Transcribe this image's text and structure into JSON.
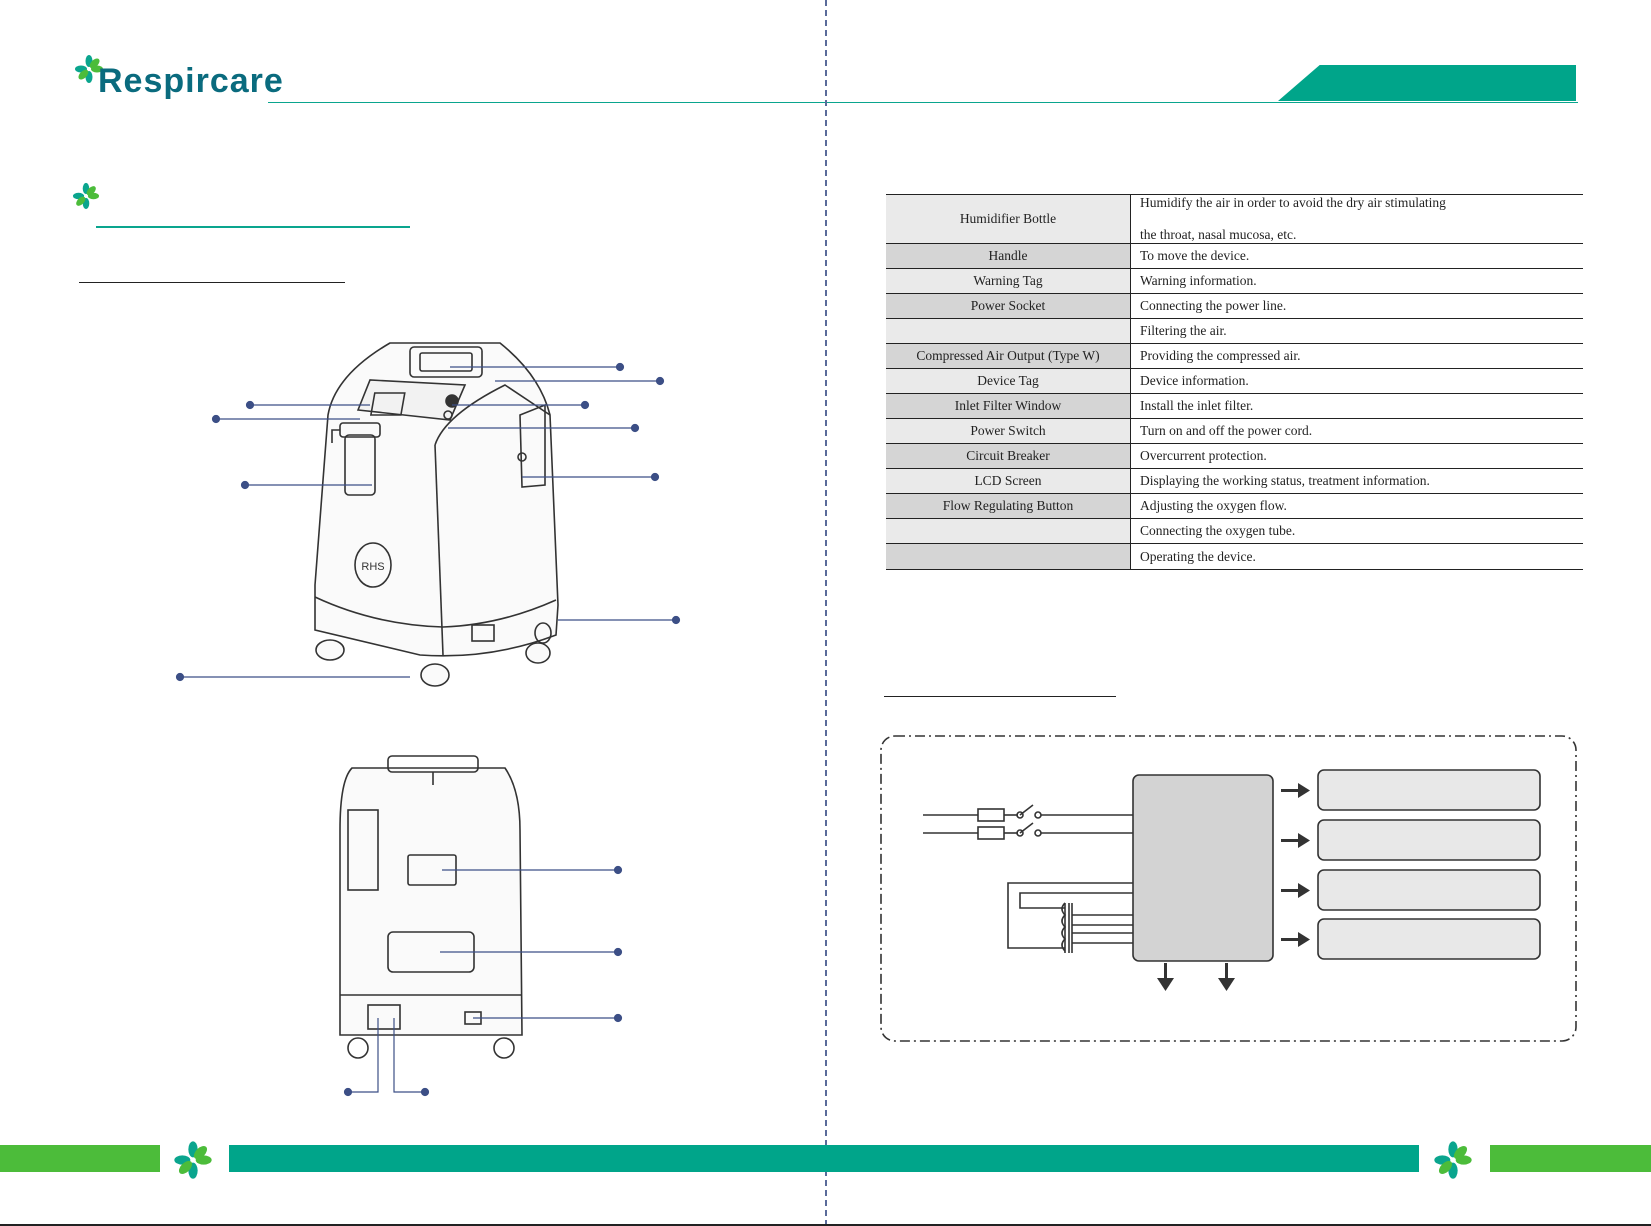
{
  "header": {
    "brand": "Respircare",
    "logo_icon": "flower-icon"
  },
  "parts_table": {
    "rows": [
      {
        "name": "Humidifier Bottle",
        "description_lines": [
          "Humidify the air in order to avoid the dry air stimulating",
          "the throat, nasal mucosa, etc."
        ]
      },
      {
        "name": "Handle",
        "description": "To move the device."
      },
      {
        "name": "Warning Tag",
        "description": "Warning information."
      },
      {
        "name": "Power Socket",
        "description": "Connecting the power line."
      },
      {
        "name": "",
        "description": "Filtering the air."
      },
      {
        "name": "Compressed Air Output (Type W)",
        "description": "Providing the compressed air."
      },
      {
        "name": "Device Tag",
        "description": "Device information."
      },
      {
        "name": "Inlet Filter Window",
        "description": "Install the inlet filter."
      },
      {
        "name": "Power Switch",
        "description": "Turn on and off the power cord."
      },
      {
        "name": "Circuit Breaker",
        "description": "Overcurrent protection."
      },
      {
        "name": "LCD Screen",
        "description": "Displaying the working status, treatment information."
      },
      {
        "name": "Flow Regulating Button",
        "description": "Adjusting the oxygen flow."
      },
      {
        "name": "",
        "description": "Connecting the oxygen tube."
      },
      {
        "name": "",
        "description": "Operating the device."
      }
    ]
  },
  "device_badge": "RHS",
  "colors": {
    "teal": "#00a58a",
    "green": "#4cbc3a",
    "brand_text": "#0a6b7e",
    "leader": "#3c4f86"
  }
}
